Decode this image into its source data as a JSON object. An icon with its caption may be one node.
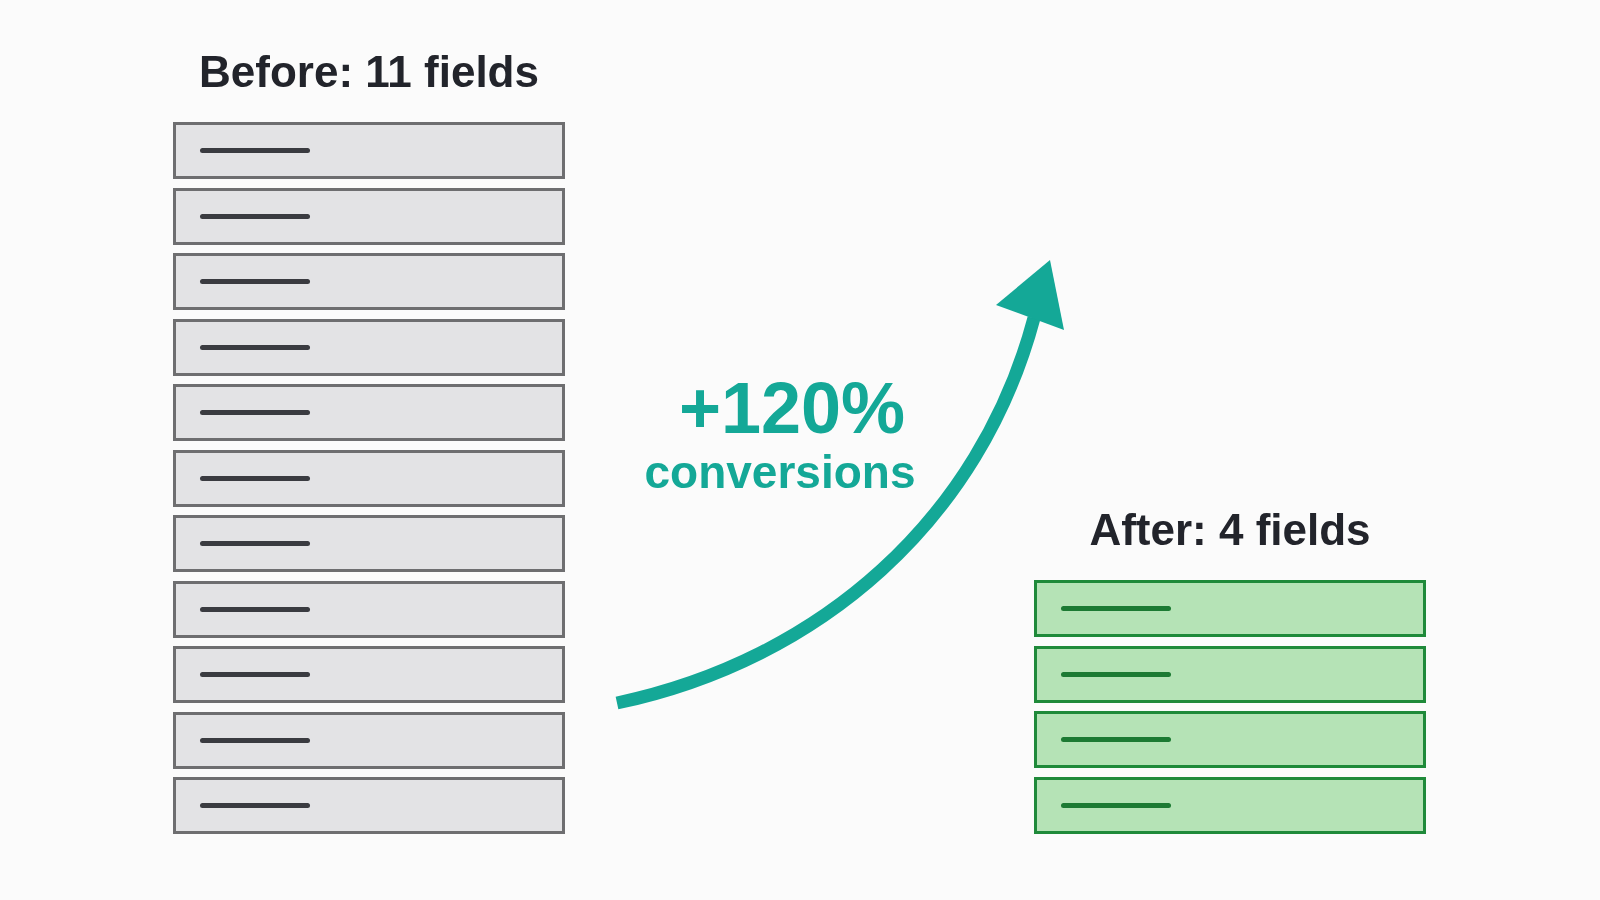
{
  "diagram": {
    "nodes": [
      {
        "text": [
          "Before: 11 fields"
        ]
      },
      {
        "text": [],
        "shape": "box",
        "in": 0
      },
      {
        "text": [],
        "shape": "box",
        "in": 0
      },
      {
        "text": [],
        "shape": "box",
        "in": 0
      },
      {
        "text": [],
        "shape": "box",
        "in": 0
      },
      {
        "text": [],
        "shape": "box",
        "in": 0
      },
      {
        "text": [],
        "shape": "box",
        "in": 0
      },
      {
        "text": [],
        "shape": "box",
        "in": 0
      },
      {
        "text": [],
        "shape": "box",
        "in": 0
      },
      {
        "text": [],
        "shape": "box",
        "in": 0
      },
      {
        "text": [],
        "shape": "box",
        "in": 0
      },
      {
        "text": [],
        "shape": "box",
        "in": 0
      },
      {
        "text": [
          "After: 4 fields"
        ]
      },
      {
        "text": [],
        "shape": "box",
        "in": 12
      },
      {
        "text": [],
        "shape": "box",
        "in": 12
      },
      {
        "text": [],
        "shape": "box",
        "in": 12
      },
      {
        "text": [],
        "shape": "box",
        "in": 12
      }
    ],
    "labels": [
      "+120%",
      "conversions"
    ]
  }
}
